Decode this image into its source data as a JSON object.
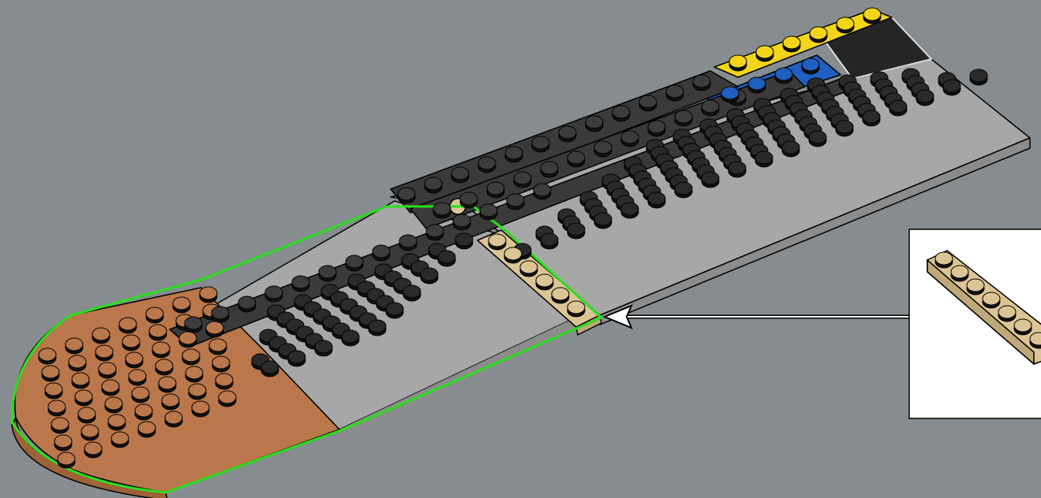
{
  "scene": {
    "background": "#868c8f",
    "description_kind": "building-instruction-step",
    "colors": {
      "light_gray_plate": "#a7a7a7",
      "dark_gray_plate": "#3a3a3a",
      "tan_plate": "#dcc595",
      "brown_plate": "#b9774b",
      "yellow_plate": "#f2d51a",
      "blue_plate": "#1f5fbf",
      "black_plate": "#252525",
      "highlight_outline": "#28e01b"
    },
    "new_part": {
      "name": "tan-1x8-plate",
      "color": "#dcc595",
      "stud_count": 8
    },
    "callout": {
      "arrow": "arrow-icon",
      "part_icon": "tan-plate-icon"
    }
  }
}
